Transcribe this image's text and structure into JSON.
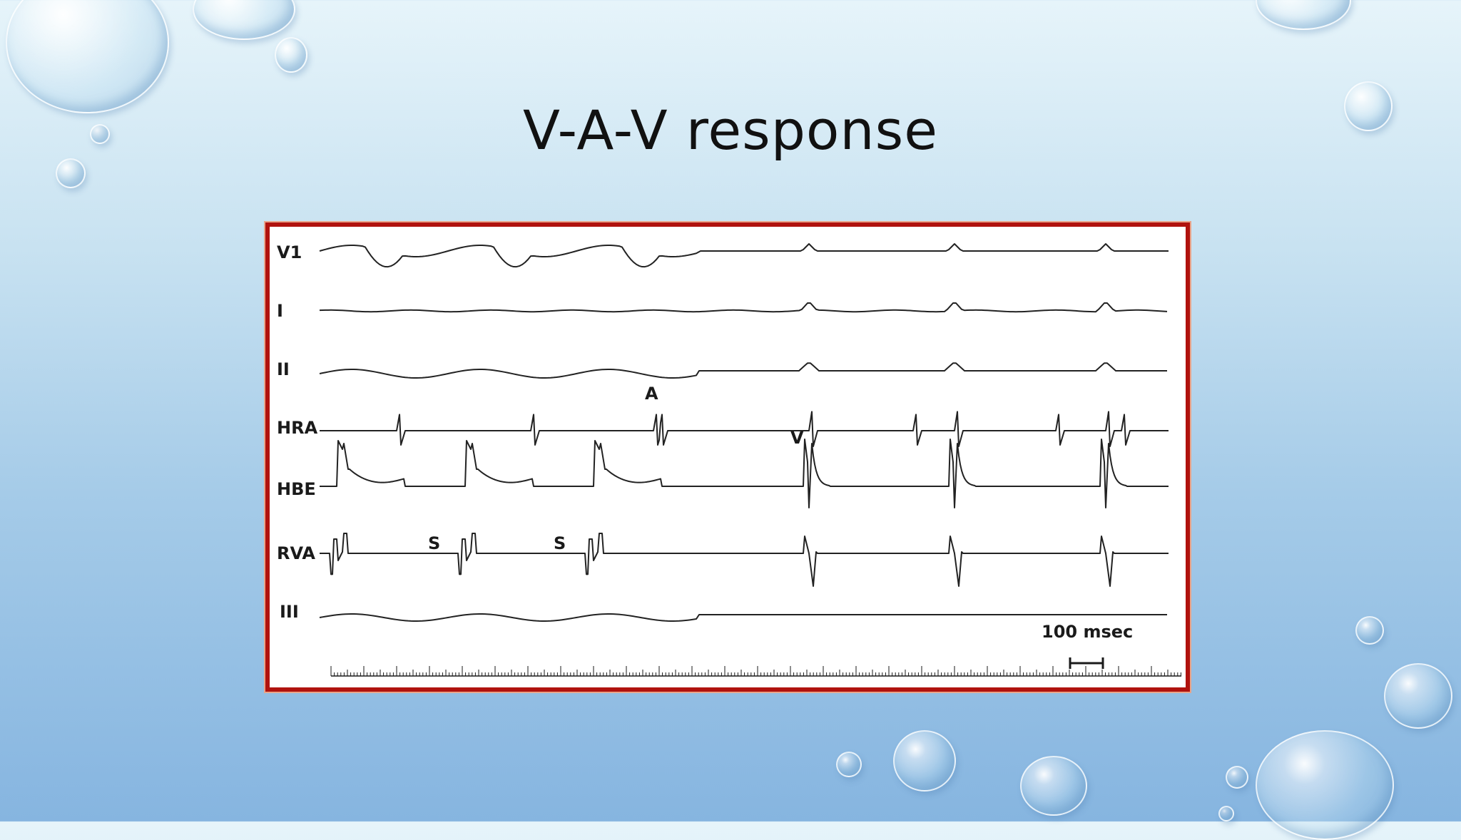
{
  "slide": {
    "title": "V-A-V response"
  },
  "figure": {
    "leads": [
      "V1",
      "I",
      "II",
      "HRA",
      "HBE",
      "RVA",
      "III"
    ],
    "annotations": {
      "atrial": "A",
      "ventricular": "V",
      "stimulus_1": "S",
      "stimulus_2": "S"
    },
    "scale_bar": {
      "label": "100 msec"
    }
  },
  "colors": {
    "frame": "#b0120e",
    "trace": "#222222",
    "background_top": "#e6f4fa",
    "background_bottom": "#86b5e0"
  }
}
